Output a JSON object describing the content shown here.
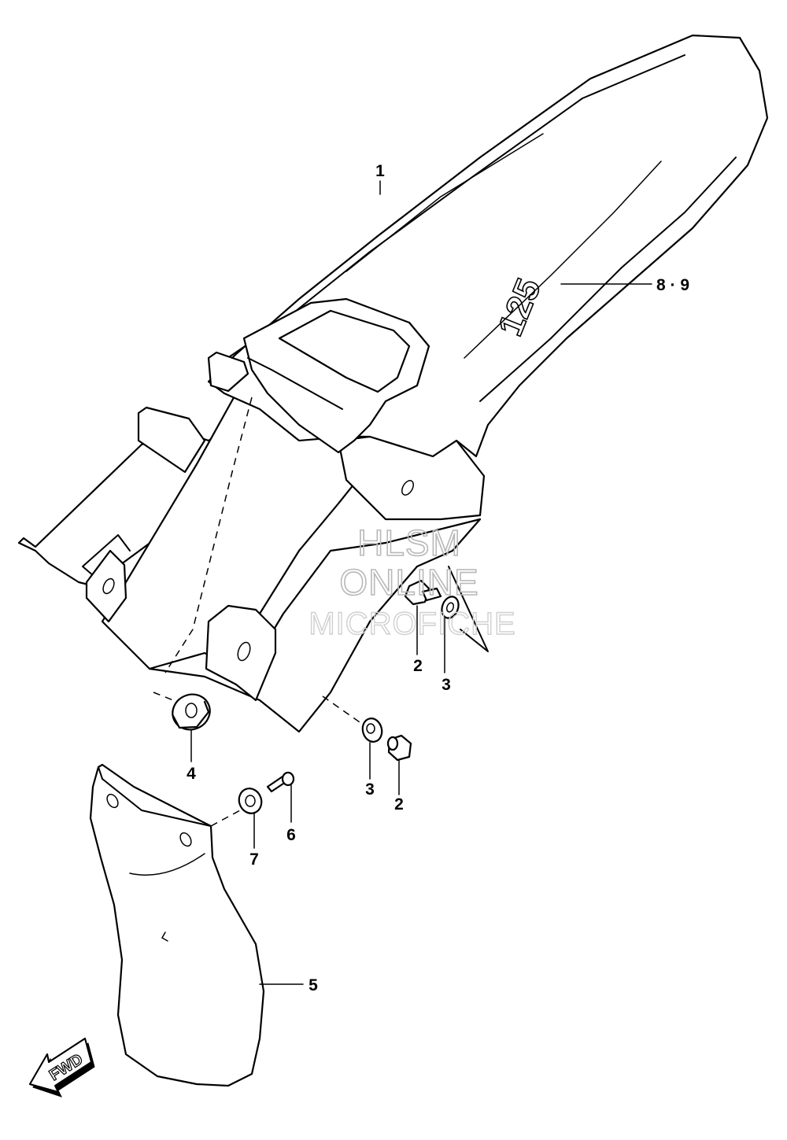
{
  "callouts": [
    {
      "id": "c1",
      "label": "1"
    },
    {
      "id": "c89",
      "label": "8 · 9"
    },
    {
      "id": "c2a",
      "label": "2"
    },
    {
      "id": "c3a",
      "label": "3"
    },
    {
      "id": "c4",
      "label": "4"
    },
    {
      "id": "c3b",
      "label": "3"
    },
    {
      "id": "c2b",
      "label": "2"
    },
    {
      "id": "c6",
      "label": "6"
    },
    {
      "id": "c7",
      "label": "7"
    },
    {
      "id": "c5",
      "label": "5"
    }
  ],
  "watermark": {
    "line1": "HLSM",
    "line2": "ONLINE",
    "line3": "MICROFICHE",
    "color": "#b8b8b8"
  },
  "decal_text": "125",
  "direction_arrow": {
    "label": "FWD",
    "icon": "fwd-arrow-icon"
  },
  "colors": {
    "line": "#000000",
    "background": "#ffffff"
  }
}
